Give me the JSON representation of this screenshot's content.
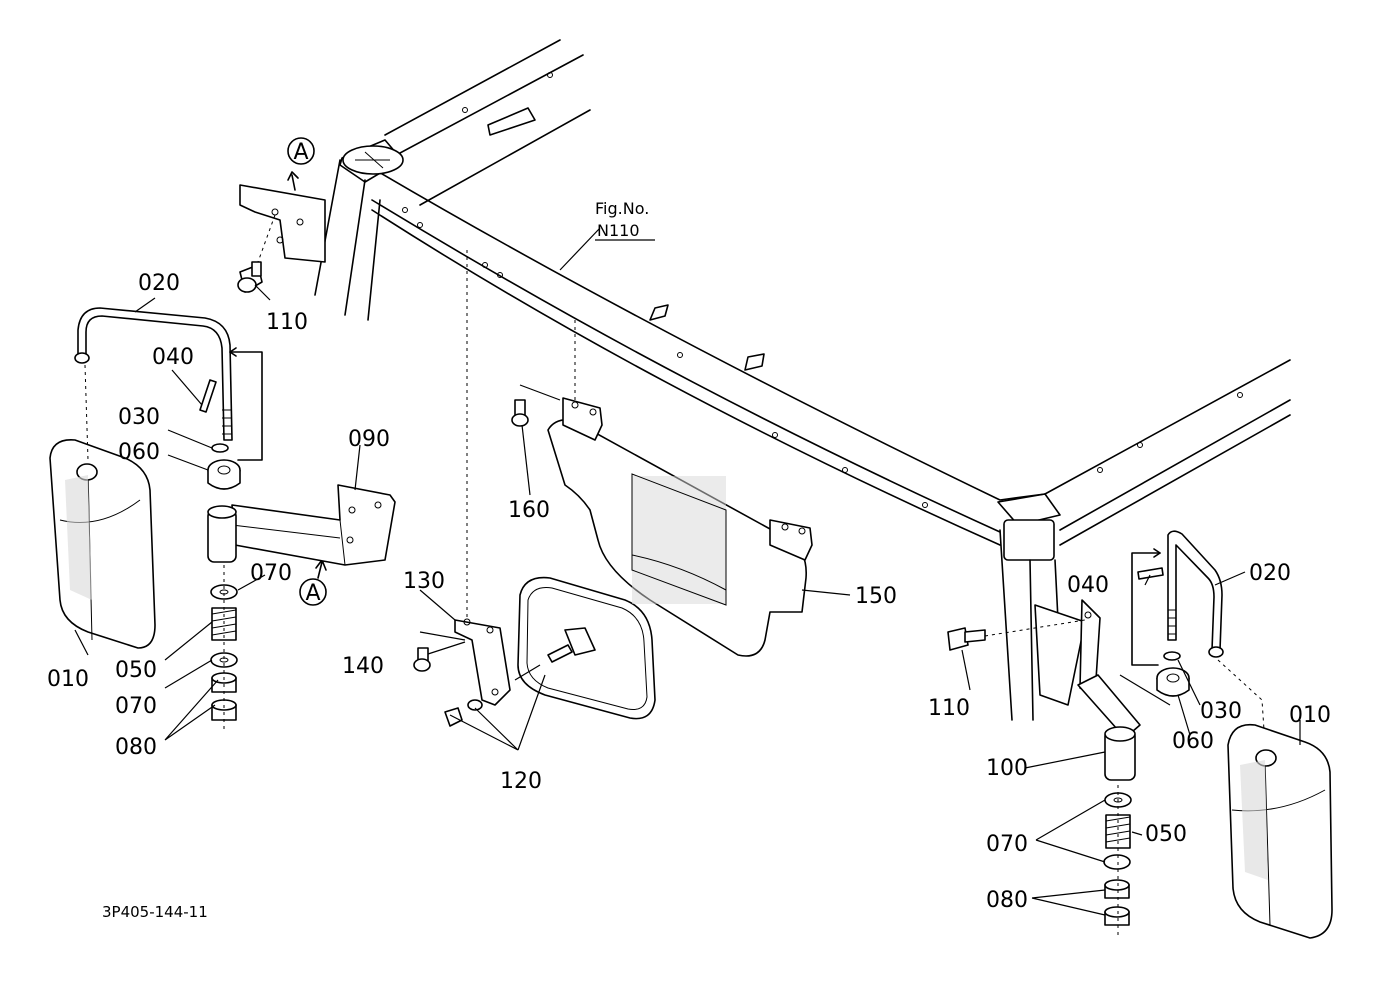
{
  "drawing_id": "3P405-144-11",
  "figure_ref": {
    "line1": "Fig.No.",
    "line2": "N110"
  },
  "callout": "A",
  "labels": {
    "p010_left": "010",
    "p020_left": "020",
    "p030_left": "030",
    "p040_left": "040",
    "p050_left": "050",
    "p060_left": "060",
    "p070_left_top": "070",
    "p070_left_bot": "070",
    "p080_left": "080",
    "p090": "090",
    "p110_left": "110",
    "p120": "120",
    "p130": "130",
    "p140": "140",
    "p150": "150",
    "p160": "160",
    "p010_right": "010",
    "p020_right": "020",
    "p030_right": "030",
    "p040_right": "040",
    "p050_right": "050",
    "p060_right": "060",
    "p070_right": "070",
    "p080_right": "080",
    "p100": "100",
    "p110_right": "110"
  }
}
